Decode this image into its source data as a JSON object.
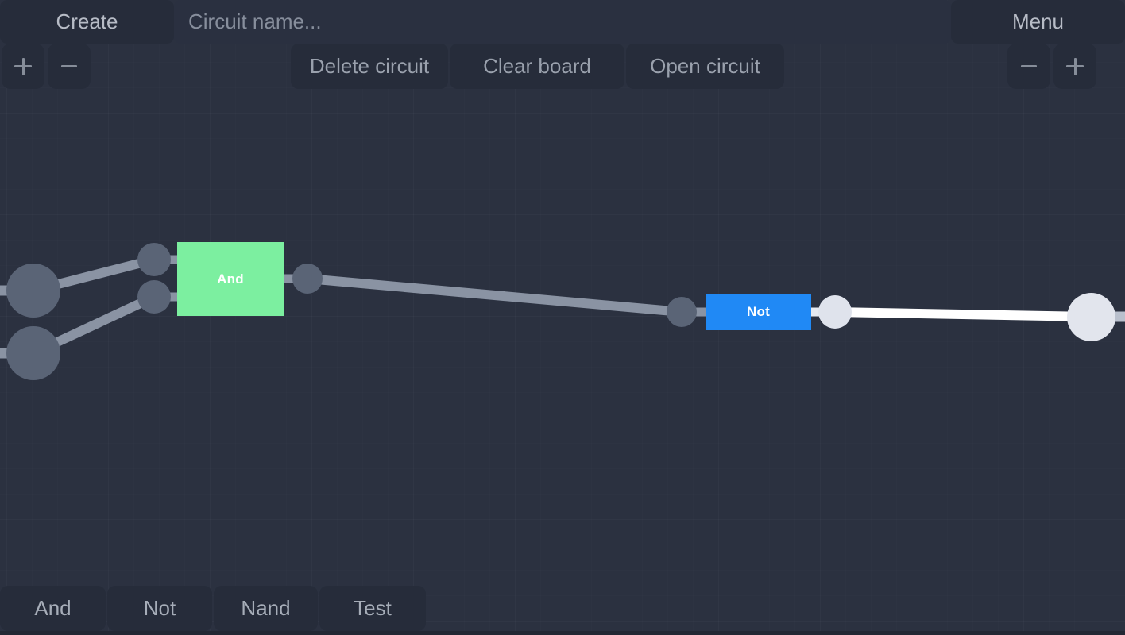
{
  "app": {
    "name": "logic-circuit-simulator",
    "background_color": "#2b3140",
    "panel_color": "#262c3a"
  },
  "toolbar_top": {
    "create_label": "Create",
    "menu_label": "Menu",
    "circuit_name": {
      "value": "",
      "placeholder": "Circuit name..."
    },
    "zoom_in_left": "+",
    "zoom_out_left": "−",
    "zoom_out_right": "−",
    "zoom_in_right": "+",
    "actions": [
      {
        "label": "Delete circuit"
      },
      {
        "label": "Clear board"
      },
      {
        "label": "Open circuit"
      }
    ]
  },
  "toolbar_bottom": {
    "items": [
      {
        "label": "And"
      },
      {
        "label": "Not"
      },
      {
        "label": "Nand"
      },
      {
        "label": "Test"
      }
    ]
  },
  "board": {
    "gates": [
      {
        "label": "And",
        "type": "and",
        "color": "#7cefa0",
        "text_color": "#ffffff",
        "state": "on"
      },
      {
        "label": "Not",
        "type": "not",
        "color": "#2089f5",
        "text_color": "#ffffff",
        "state": "on"
      }
    ],
    "node_colors": {
      "off": "#5a6476",
      "on": "#dfe3ec"
    },
    "wire_colors": {
      "off": "#8a93a3",
      "on": "#ffffff"
    }
  }
}
